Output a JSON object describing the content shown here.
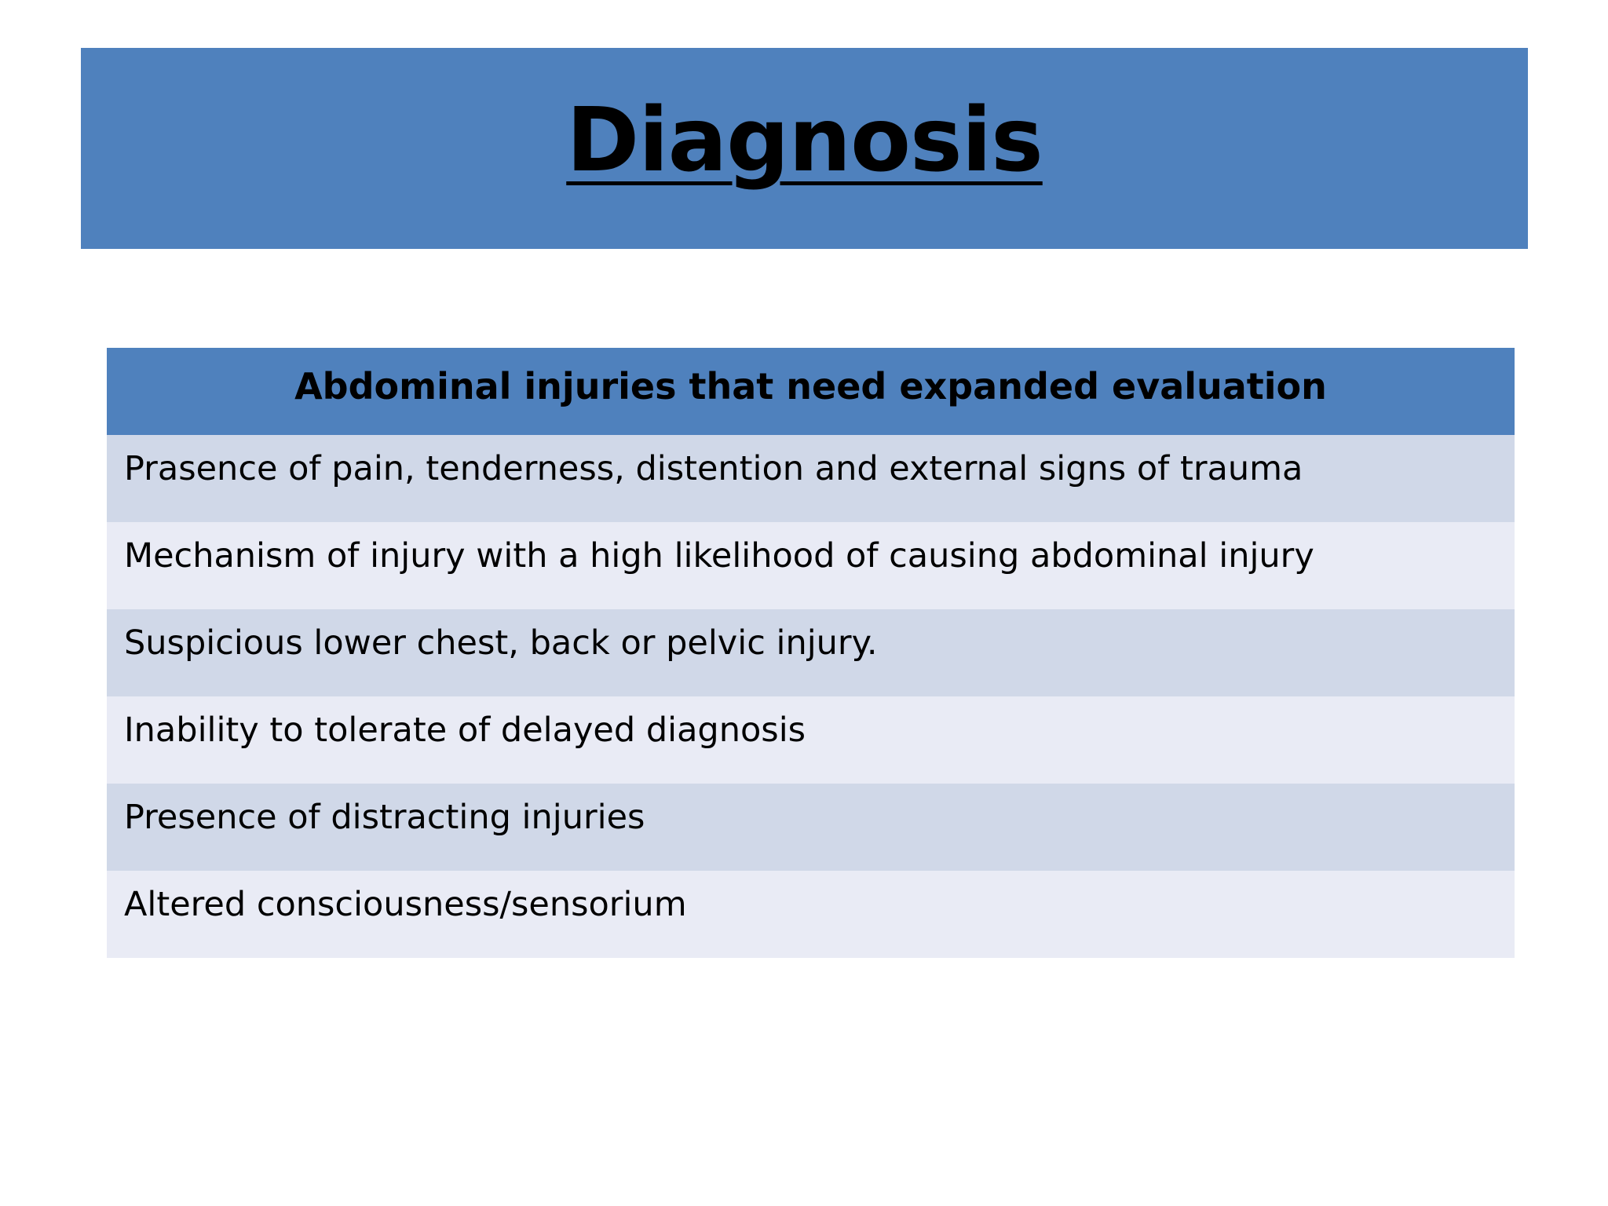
{
  "slide": {
    "title": "Diagnosis"
  },
  "table": {
    "header": "Abdominal injuries that need expanded evaluation",
    "rows": [
      "Prasence of pain, tenderness, distention and external signs of trauma",
      "Mechanism of injury with a high likelihood of causing abdominal injury",
      "Suspicious lower chest, back or pelvic injury.",
      "Inability to tolerate of delayed diagnosis",
      "Presence of distracting injuries",
      "Altered consciousness/sensorium"
    ]
  },
  "colors": {
    "title_band": "#4f81bd",
    "header_band": "#4f81bd",
    "row_dark": "#d0d8e8",
    "row_light": "#e9ebf5",
    "background": "#ffffff"
  }
}
